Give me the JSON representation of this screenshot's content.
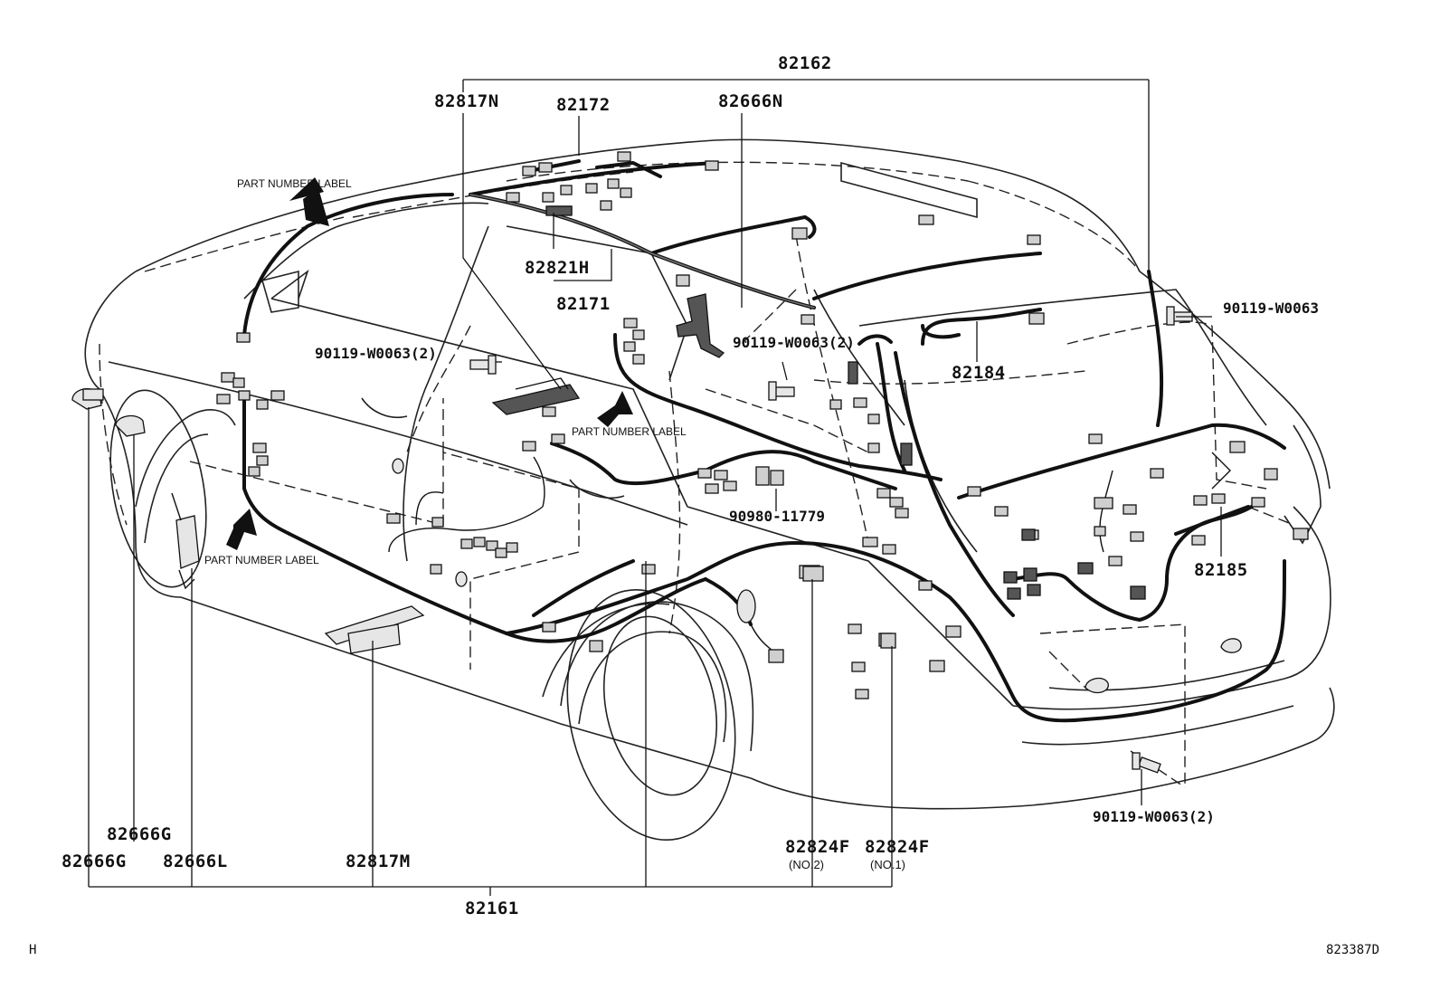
{
  "parts": {
    "p82162": "82162",
    "p82817N": "82817N",
    "p82172": "82172",
    "p82666N": "82666N",
    "p82821H": "82821H",
    "p82171": "82171",
    "p90119_top_right": "90119-W0063",
    "p90119_left": "90119-W0063(2)",
    "p90119_center": "90119-W0063(2)",
    "p82184": "82184",
    "p90980": "90980-11779",
    "p82185": "82185",
    "p90119_bottom_right": "90119-W0063(2)",
    "p82666G_upper": "82666G",
    "p82666G_lower": "82666G",
    "p82666L": "82666L",
    "p82817M": "82817M",
    "p82824F_no2": "82824F",
    "p82824F_no1": "82824F",
    "p82161": "82161"
  },
  "sublabels": {
    "no2": "(NO.2)",
    "no1": "(NO.1)"
  },
  "part_number_label": "PART NUMBER LABEL",
  "corner": {
    "left": "H",
    "right": "823387D"
  }
}
